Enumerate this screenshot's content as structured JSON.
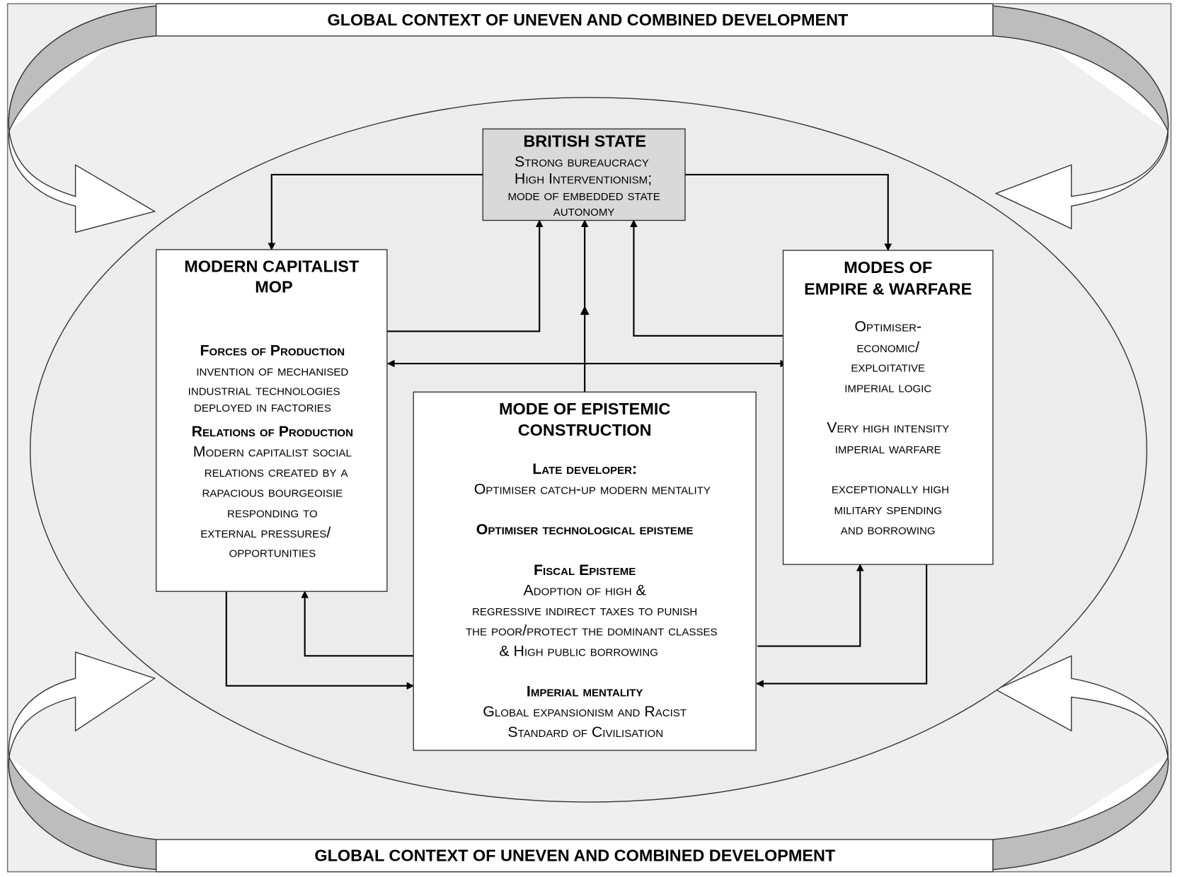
{
  "banners": {
    "top": "GLOBAL CONTEXT OF UNEVEN AND COMBINED DEVELOPMENT",
    "bottom": "GLOBAL CONTEXT OF UNEVEN AND COMBINED DEVELOPMENT"
  },
  "british_state": {
    "title": "BRITISH STATE",
    "lines": [
      "Strong bureaucracy",
      "High Interventionism;",
      "mode of embedded state",
      "autonomy"
    ]
  },
  "mop": {
    "title_lines": [
      "MODERN CAPITALIST",
      "MOP"
    ],
    "forces_heading": "Forces of Production",
    "forces_lines": [
      "invention of mechanised",
      "industrial technologies",
      "deployed in factories"
    ],
    "relations_heading": "Relations of Production",
    "relations_lines": [
      "Modern capitalist social",
      "relations created by a",
      "rapacious bourgeoisie",
      "responding to",
      "external pressures/",
      "opportunities"
    ]
  },
  "empire": {
    "title_lines": [
      "MODES OF",
      "EMPIRE & WARFARE"
    ],
    "lines": [
      "Optimiser-",
      "economic/",
      "exploitative",
      "imperial logic",
      "Very high intensity",
      "imperial warfare",
      "exceptionally high",
      "military spending",
      "and borrowing"
    ]
  },
  "epistemic": {
    "title_lines": [
      "MODE OF EPISTEMIC",
      "CONSTRUCTION"
    ],
    "late_heading": "Late developer:",
    "late_line": "Optimiser catch-up modern mentality",
    "tech_heading": "Optimiser technological episteme",
    "fiscal_heading": "Fiscal Episteme",
    "fiscal_lines": [
      "Adoption of high &",
      "regressive indirect taxes to punish",
      "the poor/protect the dominant classes",
      "& High public borrowing"
    ],
    "imperial_heading": "Imperial mentality",
    "imperial_lines": [
      "Global expansionism and Racist",
      "Standard of Civilisation"
    ]
  }
}
